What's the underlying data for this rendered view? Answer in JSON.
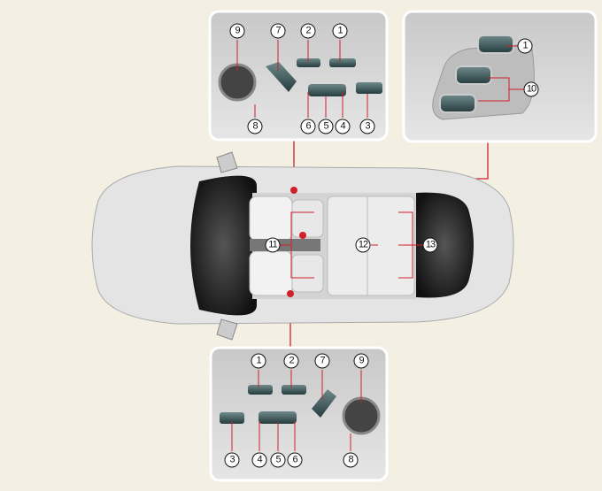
{
  "colors": {
    "background": "#f3efe2",
    "callout_line": "#d0202a",
    "panel": "#d9d9d9",
    "button": "#3e5a5c"
  },
  "top_left_panel": {
    "labels": [
      "9",
      "7",
      "2",
      "1",
      "8",
      "6",
      "5",
      "4",
      "3"
    ]
  },
  "top_right_panel": {
    "labels": [
      "1",
      "10"
    ]
  },
  "car": {
    "labels": [
      "11",
      "12",
      "13"
    ]
  },
  "bottom_panel": {
    "labels": [
      "1",
      "2",
      "7",
      "9",
      "3",
      "4",
      "5",
      "6",
      "8"
    ]
  }
}
